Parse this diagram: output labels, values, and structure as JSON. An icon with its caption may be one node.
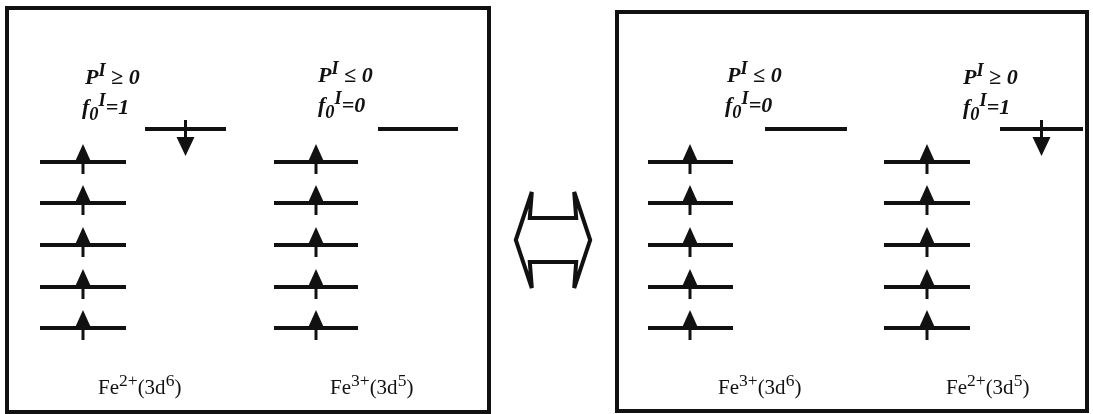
{
  "diagram": {
    "nodes": [
      {
        "text": [],
        "shape": "box"
      },
      {
        "text": [],
        "shape": "box"
      }
    ],
    "edges": [
      {
        "from": 0,
        "to": 1,
        "arrow": "both"
      }
    ],
    "labels": [
      "P$^{I}$ ≥ 0",
      "f$_{0}$$^{I}$=1",
      "P$^{I}$ ≤ 0",
      "f$_{0}$$^{I}$=0",
      "Fe$^{2+}$(3d$^{6}$)",
      "Fe$^{3+}$(3d$^{5}$)",
      "P$^{I}$ ≤ 0",
      "f$_{0}$$^{I}$=0",
      "P$^{I}$ ≥ 0",
      "f$_{0}$$^{I}$=1",
      "Fe$^{3+}$(3d$^{6}$)",
      "Fe$^{2+}$(3d$^{5}$)"
    ]
  }
}
